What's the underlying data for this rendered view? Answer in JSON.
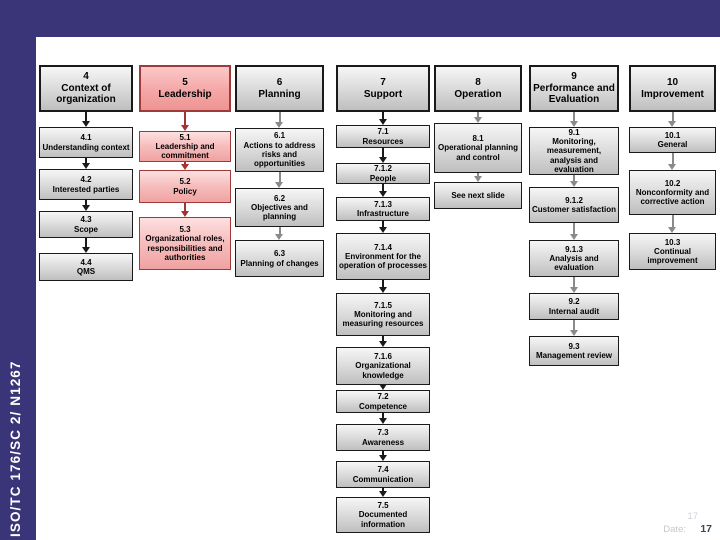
{
  "slide": {
    "sidebar_label": "ISO/TC 176/SC 2/ N1267",
    "footer": {
      "faint_number": "17",
      "date_label": "Date:",
      "page_number": "17"
    }
  },
  "colors": {
    "background_navy": "#3a3478",
    "gray_box_border": "#1a1a1a",
    "pink_box_border": "#9e3a3a",
    "arrows": {
      "black": "#1a1a1a",
      "red": "#a33434",
      "gray": "#8a8a8a"
    },
    "footer_faint": "#ccd2d8",
    "footer_page": "#35495c"
  },
  "columns": [
    {
      "number": "4",
      "title": "Context of organization",
      "theme": "gray",
      "arrow": "black",
      "boxes": [
        {
          "number": "4.1",
          "label": "Understanding context"
        },
        {
          "number": "4.2",
          "label": "Interested parties"
        },
        {
          "number": "4.3",
          "label": "Scope"
        },
        {
          "number": "4.4",
          "label": "QMS"
        }
      ]
    },
    {
      "number": "5",
      "title": "Leadership",
      "theme": "pink",
      "arrow": "red",
      "boxes": [
        {
          "number": "5.1",
          "label": "Leadership and commitment"
        },
        {
          "number": "5.2",
          "label": "Policy"
        },
        {
          "number": "5.3",
          "label": "Organizational roles, responsibilities and authorities"
        }
      ]
    },
    {
      "number": "6",
      "title": "Planning",
      "theme": "gray",
      "arrow": "gray",
      "boxes": [
        {
          "number": "6.1",
          "label": "Actions to address risks and opportunities"
        },
        {
          "number": "6.2",
          "label": "Objectives and planning"
        },
        {
          "number": "6.3",
          "label": "Planning of changes"
        }
      ]
    },
    {
      "number": "7",
      "title": "Support",
      "theme": "gray",
      "arrow": "black",
      "boxes": [
        {
          "number": "7.1",
          "label": "Resources"
        },
        {
          "number": "7.1.2",
          "label": "People"
        },
        {
          "number": "7.1.3",
          "label": "Infrastructure"
        },
        {
          "number": "7.1.4",
          "label": "Environment for the operation of processes"
        },
        {
          "number": "7.1.5",
          "label": "Monitoring and measuring resources"
        },
        {
          "number": "7.1.6",
          "label": "Organizational knowledge"
        },
        {
          "number": "7.2",
          "label": "Competence"
        },
        {
          "number": "7.3",
          "label": "Awareness"
        },
        {
          "number": "7.4",
          "label": "Communication"
        },
        {
          "number": "7.5",
          "label": "Documented information"
        }
      ]
    },
    {
      "number": "8",
      "title": "Operation",
      "theme": "gray",
      "arrow": "gray",
      "boxes": [
        {
          "number": "8.1",
          "label": "Operational planning and control"
        },
        {
          "number": "",
          "label": "See next slide"
        }
      ]
    },
    {
      "number": "9",
      "title": "Performance and Evaluation",
      "theme": "gray",
      "arrow": "gray",
      "boxes": [
        {
          "number": "9.1",
          "label": "Monitoring, measurement, analysis and evaluation"
        },
        {
          "number": "9.1.2",
          "label": "Customer satisfaction"
        },
        {
          "number": "9.1.3",
          "label": "Analysis and evaluation"
        },
        {
          "number": "9.2",
          "label": "Internal audit"
        },
        {
          "number": "9.3",
          "label": "Management review"
        }
      ]
    },
    {
      "number": "10",
      "title": "Improvement",
      "theme": "gray",
      "arrow": "gray",
      "boxes": [
        {
          "number": "10.1",
          "label": "General"
        },
        {
          "number": "10.2",
          "label": "Nonconformity and corrective action"
        },
        {
          "number": "10.3",
          "label": "Continual improvement"
        }
      ]
    }
  ]
}
